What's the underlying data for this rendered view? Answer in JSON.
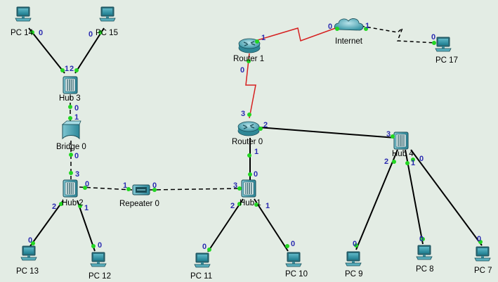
{
  "colors": {
    "background": "#e3ece4",
    "link_dot": "#22d622",
    "port_label": "#2a2ab0",
    "serial_link": "#d62020"
  },
  "devices": {
    "pc14": "PC 14",
    "pc15": "PC 15",
    "hub3": "Hub 3",
    "bridge0": "Bridge 0",
    "hub2": "Hub 2",
    "pc13": "PC 13",
    "pc12": "PC 12",
    "repeater0": "Repeater 0",
    "hub1": "Hub 1",
    "pc11": "PC 11",
    "pc10": "PC 10",
    "router0": "Router 0",
    "router1": "Router 1",
    "internet": "Internet",
    "pc17": "PC 17",
    "hub4": "Hub 4",
    "pc9": "PC 9",
    "pc8": "PC 8",
    "pc7": "PC 7"
  },
  "ports": {
    "pc14_0": "0",
    "pc15_0": "0",
    "hub3_1": "1",
    "hub3_2": "2",
    "hub3_0": "0",
    "bridge0_1": "1",
    "bridge0_0": "0",
    "hub2_3": "3",
    "hub2_0": "0",
    "hub2_2": "2",
    "hub2_1": "1",
    "pc13_0": "0",
    "pc12_0": "0",
    "rep_1": "1",
    "rep_0": "0",
    "hub1_3": "3",
    "hub1_0": "0",
    "hub1_2": "2",
    "hub1_1": "1",
    "pc11_0": "0",
    "pc10_0": "0",
    "r0_1": "1",
    "r0_3": "3",
    "r0_2": "2",
    "r1_0": "0",
    "r1_1": "1",
    "inet_0": "0",
    "inet_1": "1",
    "pc17_0": "0",
    "hub4_3": "3",
    "hub4_2": "2",
    "hub4_1": "1",
    "hub4_0": "0",
    "pc9_0": "0",
    "pc8_0": "0",
    "pc7_0": "0"
  }
}
